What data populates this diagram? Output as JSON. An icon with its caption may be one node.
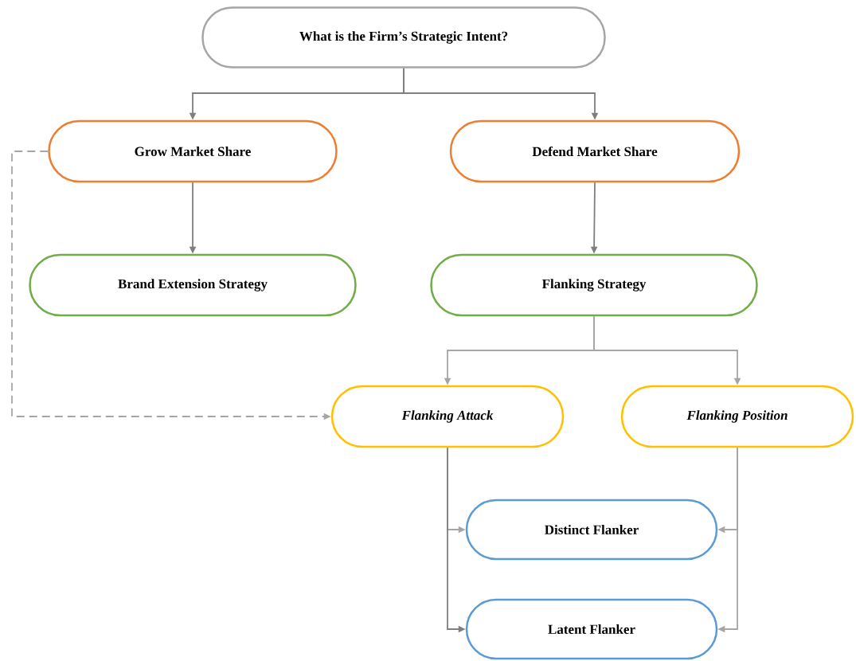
{
  "diagram": {
    "nodes": [
      {
        "text": [
          "What is the Firm’s Strategic Intent?"
        ]
      },
      {
        "text": [
          "Grow Market Share"
        ]
      },
      {
        "text": [
          "Defend Market Share"
        ]
      },
      {
        "text": [
          "Brand Extension Strategy"
        ]
      },
      {
        "text": [
          "Flanking Strategy"
        ]
      },
      {
        "text": [
          "Flanking Attack"
        ]
      },
      {
        "text": [
          "Flanking Position"
        ]
      },
      {
        "text": [
          "Distinct Flanker"
        ]
      },
      {
        "text": [
          "Latent Flanker"
        ]
      }
    ],
    "edges": [
      {
        "from": 0,
        "to": 1,
        "arrow": "to",
        "color": "#7f7f7f"
      },
      {
        "from": 0,
        "to": 2,
        "arrow": "to",
        "color": "#7f7f7f"
      },
      {
        "from": 1,
        "to": 3,
        "arrow": "to",
        "color": "#7f7f7f"
      },
      {
        "from": 2,
        "to": 4,
        "arrow": "to",
        "color": "#7f7f7f"
      },
      {
        "from": 4,
        "to": 5,
        "arrow": "to"
      },
      {
        "from": 4,
        "to": 6,
        "arrow": "to"
      },
      {
        "from": 1,
        "to": 5,
        "arrow": "to",
        "style": "dashed"
      },
      {
        "from": 5,
        "to": 7,
        "arrow": "to"
      },
      {
        "from": 5,
        "to": 8,
        "arrow": "to",
        "color": "#7f7f7f"
      },
      {
        "from": 6,
        "to": 7,
        "arrow": "to"
      },
      {
        "from": 6,
        "to": 8,
        "arrow": "to"
      }
    ]
  }
}
